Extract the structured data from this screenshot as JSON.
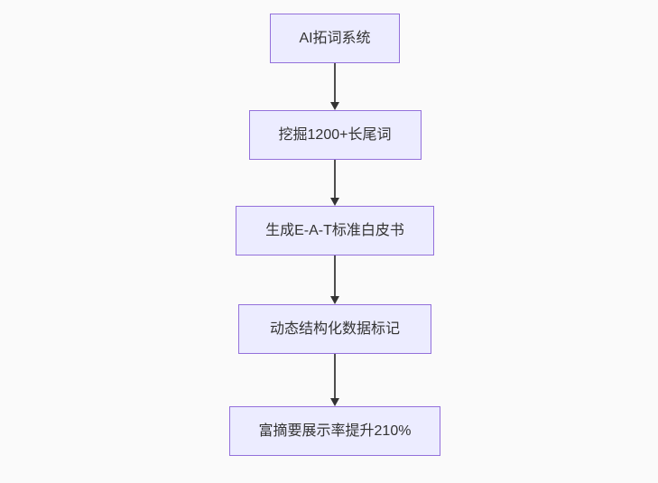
{
  "page": {
    "background_color": "#fafafa"
  },
  "flowchart": {
    "type": "flowchart",
    "direction": "top-down",
    "nodes": [
      {
        "label": "AI拓词系统"
      },
      {
        "label": "挖掘1200+长尾词"
      },
      {
        "label": "生成E-A-T标准白皮书"
      },
      {
        "label": "动态结构化数据标记"
      },
      {
        "label": "富摘要展示率提升210%"
      }
    ],
    "edges": [
      {
        "from": "AI拓词系统",
        "to": "挖掘1200+长尾词"
      },
      {
        "from": "挖掘1200+长尾词",
        "to": "生成E-A-T标准白皮书"
      },
      {
        "from": "生成E-A-T标准白皮书",
        "to": "动态结构化数据标记"
      },
      {
        "from": "动态结构化数据标记",
        "to": "富摘要展示率提升210%"
      }
    ],
    "style": {
      "node_fill": "#ececff",
      "node_border": "#9370db",
      "arrow_color": "#333333",
      "text_color": "#333333",
      "background": "#fafafa"
    }
  }
}
